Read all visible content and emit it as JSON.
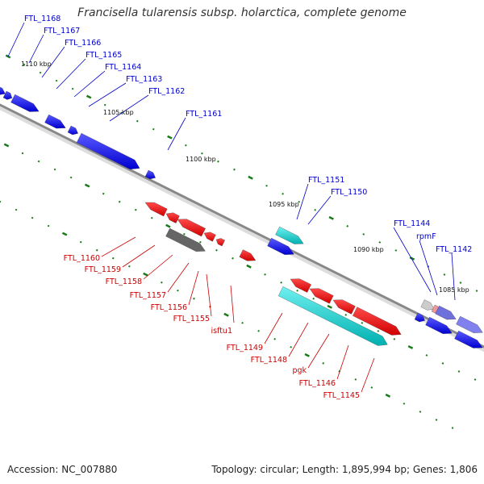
{
  "header": {
    "title": "Francisella tularensis subsp. holarctica, complete genome"
  },
  "footer": {
    "accession": "Accession: NC_007880",
    "summary": "Topology: circular; Length: 1,895,994 bp; Genes: 1,806"
  },
  "colors": {
    "forward_cds": "#0000ee",
    "reverse_cds": "#ee0000",
    "rna": "#00c8c8",
    "pseudo": "#666666",
    "backbone": "#888888",
    "tick": "#1a7a1a",
    "forward_label": "#0000cc",
    "reverse_label": "#cc0000"
  },
  "scale_labels": [
    "1110 kbp",
    "1105 kbp",
    "1100 kbp",
    "1095 kbp",
    "1090 kbp",
    "1085 kbp"
  ],
  "forward_gene_labels": [
    "FTL_1168",
    "FTL_1167",
    "FTL_1166",
    "FTL_1165",
    "FTL_1164",
    "FTL_1163",
    "FTL_1162",
    "FTL_1161",
    "FTL_1151",
    "FTL_1150",
    "FTL_1144",
    "rpmF",
    "FTL_1142"
  ],
  "reverse_gene_labels": [
    "FTL_1160",
    "FTL_1159",
    "FTL_1158",
    "FTL_1157",
    "FTL_1156",
    "FTL_1155",
    "isftu1",
    "FTL_1149",
    "FTL_1148",
    "pgk",
    "FTL_1146",
    "FTL_1145"
  ]
}
